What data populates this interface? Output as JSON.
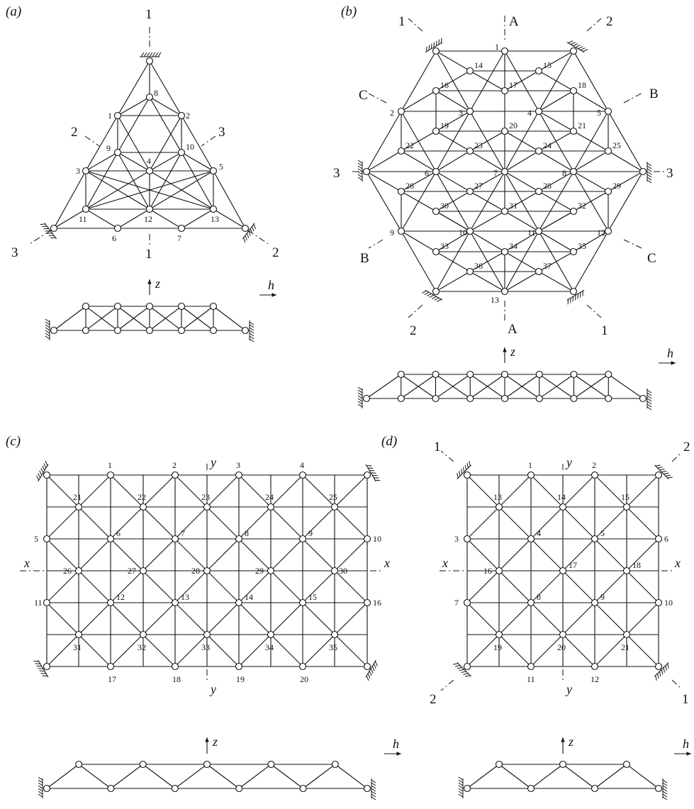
{
  "panels": [
    {
      "label": "(a)",
      "node_labels": [
        "1",
        "2",
        "3",
        "4",
        "5",
        "6",
        "7",
        "8",
        "9",
        "10",
        "11",
        "12",
        "13"
      ],
      "axis_labels": [
        "1",
        "1",
        "2",
        "2",
        "3",
        "3"
      ]
    },
    {
      "label": "(b)",
      "node_labels": [
        "1",
        "2",
        "3",
        "4",
        "5",
        "6",
        "7",
        "8",
        "9",
        "10",
        "11",
        "12",
        "13",
        "14",
        "15",
        "16",
        "17",
        "18",
        "19",
        "20",
        "21",
        "22",
        "23",
        "24",
        "25",
        "26",
        "27",
        "28",
        "29",
        "30",
        "31",
        "32",
        "33",
        "34",
        "35",
        "36",
        "37"
      ],
      "axis_labels": [
        "A",
        "A",
        "B",
        "B",
        "C",
        "C",
        "1",
        "1",
        "2",
        "2",
        "3",
        "3"
      ]
    },
    {
      "label": "(c)",
      "node_labels": [
        "1",
        "2",
        "3",
        "4",
        "5",
        "6",
        "7",
        "8",
        "9",
        "10",
        "11",
        "12",
        "13",
        "14",
        "15",
        "16",
        "17",
        "18",
        "19",
        "20",
        "21",
        "22",
        "23",
        "24",
        "25",
        "26",
        "27",
        "28",
        "29",
        "30",
        "31",
        "32",
        "33",
        "34",
        "35"
      ],
      "axis_labels": [
        "x",
        "x",
        "y",
        "y"
      ]
    },
    {
      "label": "(d)",
      "node_labels": [
        "1",
        "2",
        "3",
        "4",
        "5",
        "6",
        "7",
        "8",
        "9",
        "10",
        "11",
        "12",
        "13",
        "14",
        "15",
        "16",
        "17",
        "18",
        "19",
        "20",
        "21"
      ],
      "axis_labels": [
        "x",
        "x",
        "y",
        "y",
        "1",
        "1",
        "2",
        "2"
      ]
    }
  ],
  "profile_axes": {
    "vertical": "z",
    "horizontal": "h"
  }
}
